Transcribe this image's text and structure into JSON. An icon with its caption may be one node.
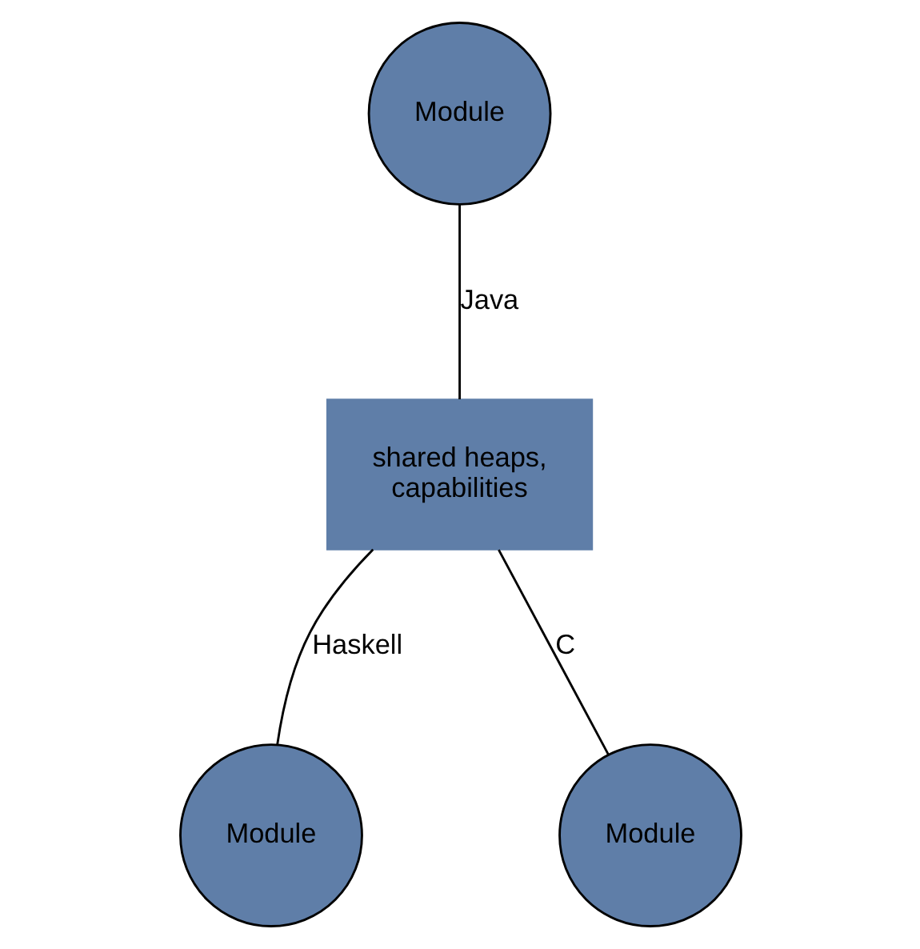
{
  "diagram": {
    "nodes": [
      {
        "text": [
          "Module"
        ]
      },
      {
        "text": [
          "shared heaps, capabilities"
        ]
      },
      {
        "text": [
          "Module"
        ]
      },
      {
        "text": [
          "Module"
        ]
      }
    ],
    "edges": [
      {
        "from": 0,
        "to": 1,
        "arrow": "none",
        "label": "Java"
      },
      {
        "from": 1,
        "to": 2,
        "arrow": "none",
        "label": "Haskell"
      },
      {
        "from": 1,
        "to": 3,
        "arrow": "none",
        "label": "C"
      }
    ]
  }
}
